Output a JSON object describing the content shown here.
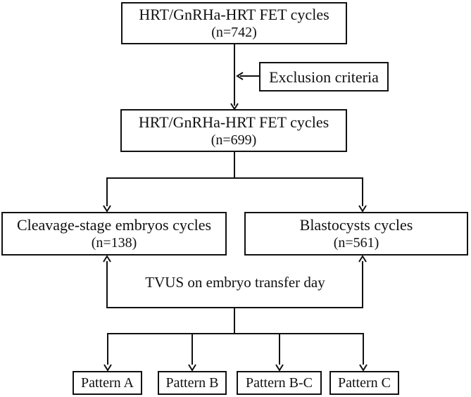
{
  "diagram": {
    "colors": {
      "line": "#111111",
      "background": "#ffffff",
      "text": "#111111"
    },
    "nodes": {
      "total_cycles": {
        "title": "HRT/GnRHa-HRT FET cycles",
        "count": "(n=742)"
      },
      "exclusion": {
        "label": "Exclusion criteria"
      },
      "included_cycles": {
        "title": "HRT/GnRHa-HRT FET cycles",
        "count": "(n=699)"
      },
      "cleavage": {
        "title": "Cleavage-stage embryos cycles",
        "count": "(n=138)"
      },
      "blastocysts": {
        "title": "Blastocysts cycles",
        "count": "(n=561)"
      },
      "tvus_label": "TVUS on embryo transfer day",
      "patterns": [
        {
          "label": "Pattern A"
        },
        {
          "label": "Pattern B"
        },
        {
          "label": "Pattern B-C"
        },
        {
          "label": "Pattern C"
        }
      ]
    }
  }
}
